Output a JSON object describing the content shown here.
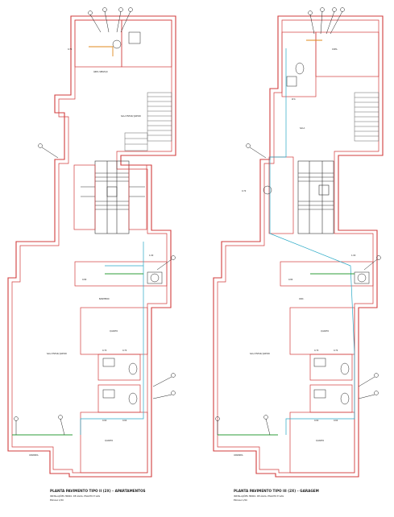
{
  "drawing": {
    "colors": {
      "walls": "#d23c3c",
      "cold_water_pipe": "#29a9c6",
      "hot_water_pipe": "#e08a1e",
      "gas_pipe": "#2e9e3a",
      "annotation": "#222222"
    },
    "plans": [
      {
        "title": "PLANTA PAVIMENTO TIPO II (2X) – APARTAMENTOS",
        "subtitle": "INSTALAÇÕES HIDRO. DE ÁGUA, ESGOTO E GÁS",
        "scale": "ESCALA 1/50",
        "rooms": [
          {
            "id": "area_servico",
            "label": "ÁREA SERVIÇO"
          },
          {
            "id": "sala",
            "label": "SALA ESTAR/ JANTAR"
          },
          {
            "id": "banho1",
            "label": "BANHEIRO"
          },
          {
            "id": "quarto1",
            "label": "QUARTO"
          },
          {
            "id": "sala2",
            "label": "SALA ESTAR/ JANTAR"
          },
          {
            "id": "quarto2",
            "label": "QUARTO"
          },
          {
            "id": "varanda",
            "label": "VARANDA"
          }
        ],
        "dimensions": [
          "0.70",
          "0.70",
          "0.60",
          "0.60",
          "0.80",
          "0.70",
          "1.00"
        ]
      },
      {
        "title": "PLANTA PAVIMENTO TIPO III (2X) – GARAGEM",
        "subtitle": "INSTALAÇÕES HIDRO. DE ÁGUA, ESGOTO E GÁS",
        "scale": "ESCALA 1/50",
        "rooms": [
          {
            "id": "wc",
            "label": "W.C."
          },
          {
            "id": "sala",
            "label": "SALA"
          },
          {
            "id": "copa",
            "label": "COPA"
          },
          {
            "id": "circ",
            "label": "CIRC."
          },
          {
            "id": "sala2",
            "label": "SALA ESTAR/ JANTAR"
          },
          {
            "id": "quarto2",
            "label": "QUARTO"
          },
          {
            "id": "quarto3",
            "label": "QUARTO"
          },
          {
            "id": "varanda",
            "label": "VARANDA"
          }
        ],
        "dimensions": [
          "0.70",
          "0.70",
          "0.60",
          "0.60",
          "0.80",
          "0.70",
          "1.00"
        ]
      }
    ]
  }
}
